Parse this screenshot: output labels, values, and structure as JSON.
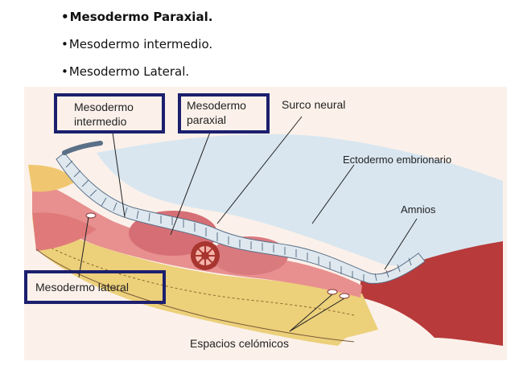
{
  "bullets": [
    {
      "marker": "•",
      "text": "Mesodermo Paraxial.",
      "bold": true
    },
    {
      "marker": "•",
      "text": "Mesodermo intermedio.",
      "bold": false
    },
    {
      "marker": "•",
      "text": "Mesodermo Lateral.",
      "bold": false
    }
  ],
  "labels": {
    "intermedio_line1": "Mesodermo",
    "intermedio_line2": "intermedio",
    "paraxial_line1": "Mesodermo",
    "paraxial_line2": "paraxial",
    "surco": "Surco neural",
    "ectodermo": "Ectodermo embrionario",
    "amnios": "Amnios",
    "lateral": "Mesodermo lateral",
    "espacios": "Espacios celómicos"
  },
  "colors": {
    "highlight_box": "#1c1f6e",
    "mesoderm_pink": "#e88f8f",
    "endoderm_yellow": "#ecd07a",
    "ectoderm_blue": "#c9dbe8",
    "amnios_red": "#b83a3a",
    "paper": "#fbf1ea"
  }
}
